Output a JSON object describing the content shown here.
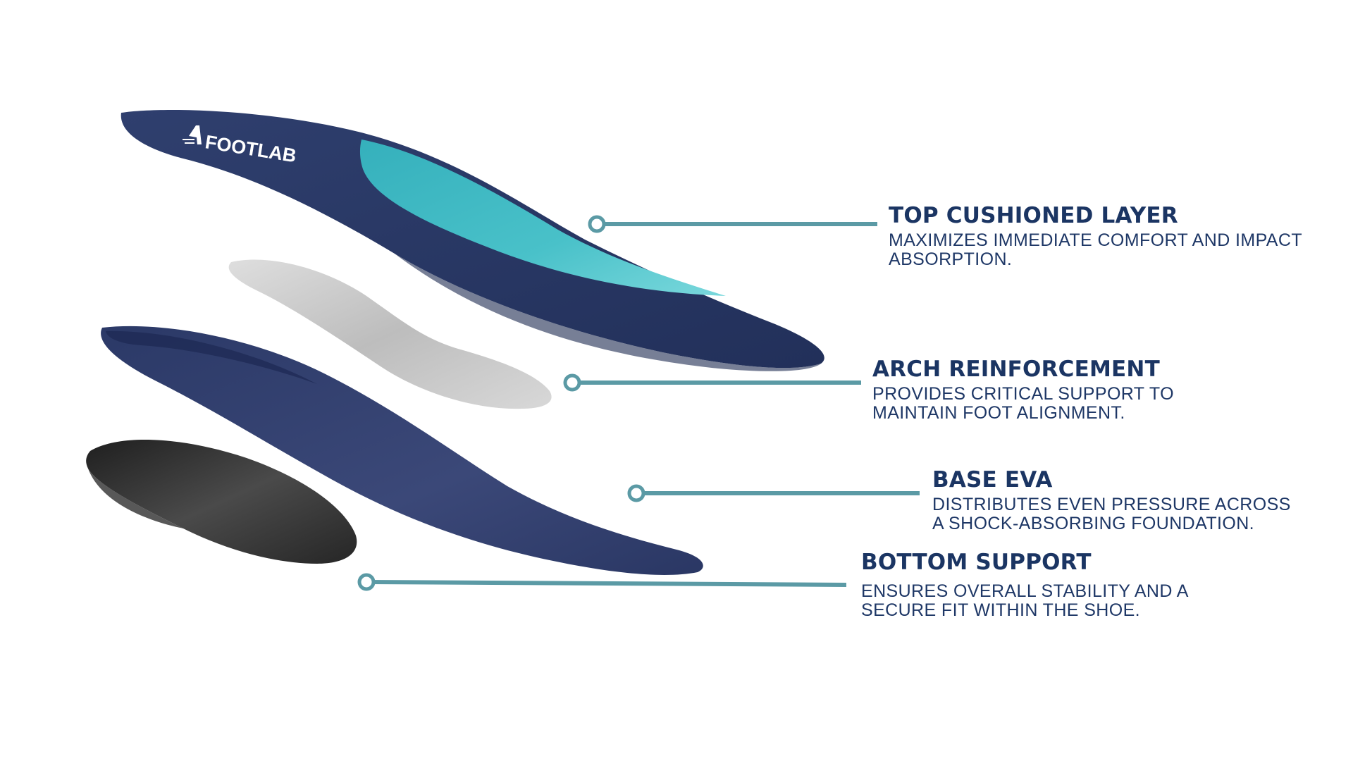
{
  "brand": {
    "logo_text": "FOOTLAB"
  },
  "colors": {
    "navy": "#2a3a66",
    "navy_dark": "#1f2c52",
    "teal": "#3fb8c3",
    "teal_light": "#6fd3d8",
    "arch_gray": "#c9c9c9",
    "bottom_black": "#2b2b2b",
    "callout_line": "#5b9aa5",
    "title_text": "#1b3563"
  },
  "layers": [
    {
      "id": "top",
      "title": "TOP CUSHIONED LAYER",
      "description_lines": [
        "MAXIMIZES IMMEDIATE COMFORT AND IMPACT",
        "ABSORPTION."
      ]
    },
    {
      "id": "arch",
      "title": "ARCH REINFORCEMENT",
      "description_lines": [
        "PROVIDES CRITICAL SUPPORT TO",
        "MAINTAIN FOOT ALIGNMENT."
      ]
    },
    {
      "id": "base",
      "title": "BASE EVA",
      "description_lines": [
        "DISTRIBUTES EVEN PRESSURE ACROSS",
        "A SHOCK-ABSORBING FOUNDATION."
      ]
    },
    {
      "id": "bottom",
      "title": "BOTTOM SUPPORT",
      "description_lines": [
        "ENSURES OVERALL STABILITY AND A",
        "SECURE FIT WITHIN THE SHOE."
      ]
    }
  ]
}
